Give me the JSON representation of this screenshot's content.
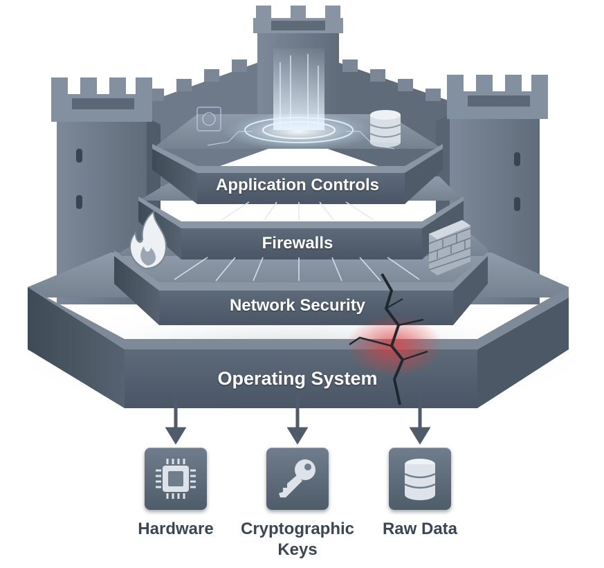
{
  "layers": {
    "application_controls": "Application Controls",
    "firewalls": "Firewalls",
    "network_security": "Network Security",
    "operating_system": "Operating System"
  },
  "resources": [
    {
      "label": "Hardware",
      "icon": "microchip-icon"
    },
    {
      "label": "Cryptographic Keys",
      "icon": "key-icon"
    },
    {
      "label": "Raw Data",
      "icon": "database-icon"
    }
  ],
  "decorations": [
    "castle-tower-icon",
    "fire-icon",
    "brick-wall-icon",
    "database-icon",
    "crack-icon"
  ],
  "colors": {
    "stone_dark": "#4a5766",
    "stone_mid": "#6b7888",
    "stone_light": "#8e9aa8",
    "glow": "#cfe4f5",
    "crack_red": "#d23a3a",
    "label_text": "#3b4654"
  }
}
